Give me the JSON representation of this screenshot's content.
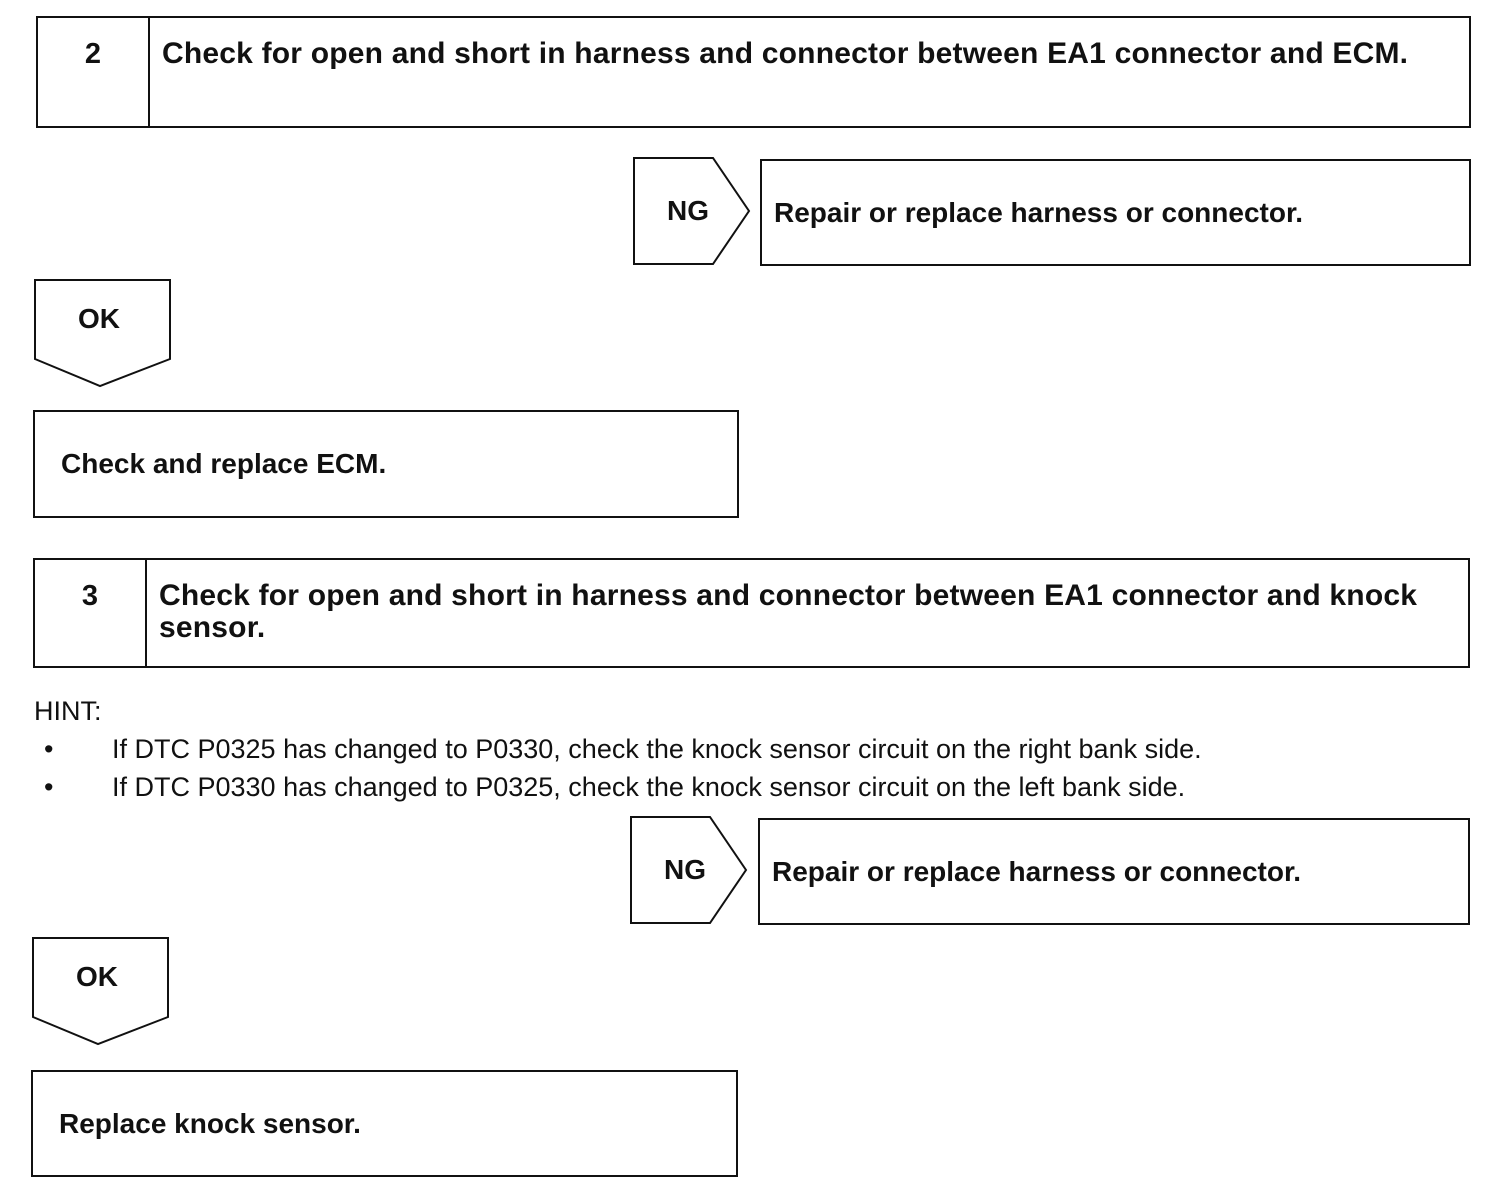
{
  "step2": {
    "number": "2",
    "title": "Check for open and short in harness and connector between EA1 connector and ECM."
  },
  "step2_ng": {
    "label": "NG",
    "result": "Repair or replace harness or connector."
  },
  "step2_ok": {
    "label": "OK"
  },
  "step2_action": "Check and replace ECM.",
  "step3": {
    "number": "3",
    "title": "Check for open and short in harness and connector between EA1 connector and knock sensor."
  },
  "hint": {
    "heading": "HINT:",
    "items": [
      {
        "bullet": "•",
        "text": "If DTC P0325 has changed to P0330, check the knock sensor circuit on the right bank side."
      },
      {
        "bullet": "•",
        "text": "If DTC P0330 has changed to P0325, check the knock sensor circuit on the left bank side."
      }
    ]
  },
  "step3_ng": {
    "label": "NG",
    "result": "Repair or replace harness or connector."
  },
  "step3_ok": {
    "label": "OK"
  },
  "step3_action": "Replace knock sensor."
}
